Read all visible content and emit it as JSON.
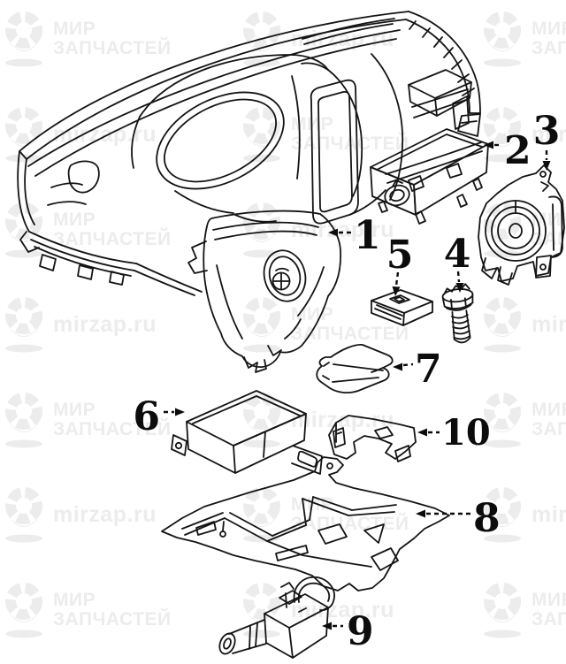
{
  "watermark": {
    "brand_line1": "МИР",
    "brand_line2": "ЗАПЧАСТЕЙ",
    "domain": "mirzap.ru",
    "color": "#ececec"
  },
  "callouts": [
    {
      "label": "1"
    },
    {
      "label": "2"
    },
    {
      "label": "3"
    },
    {
      "label": "4"
    },
    {
      "label": "5"
    },
    {
      "label": "6"
    },
    {
      "label": "7"
    },
    {
      "label": "8"
    },
    {
      "label": "9"
    },
    {
      "label": "10"
    }
  ],
  "drawing": {
    "ink": "#141414",
    "background": "#ffffff"
  }
}
